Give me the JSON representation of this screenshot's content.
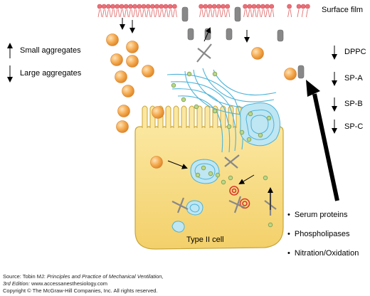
{
  "labels": {
    "surface_film": "Surface film",
    "small_aggregates": "Small aggregates",
    "large_aggregates": "Large aggregates",
    "dppc": "DPPC",
    "spa": "SP-A",
    "spb": "SP-B",
    "spc": "SP-C",
    "type2_cell": "Type II cell"
  },
  "factors": [
    "Serum proteins",
    "Phospholipases",
    "Nitration/Oxidation"
  ],
  "source": {
    "line1_prefix": "Source: Tobin MJ: ",
    "line1_title": "Principles and Practice of Mechanical Ventilation,",
    "line2": "3rd Edition:",
    "line2_url": " www.accessanesthesiology.com",
    "line3": "Copyright © The McGraw-Hill Companies, Inc. All rights reserved."
  },
  "colors": {
    "cell_fill": "#f8dc7a",
    "cell_stroke": "#c9a63a",
    "aggregate": "#f2a24a",
    "lipid_head": "#ee6f77",
    "protein": "#888888",
    "myelin": "#4db3d8",
    "vesicle": "#b8d88a",
    "lamellar_red": "#d63a2a"
  }
}
